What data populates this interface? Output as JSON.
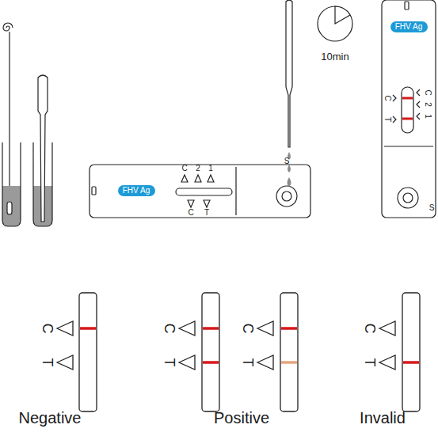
{
  "diagram": {
    "nodes": [
      {
        "text": [
          "FHV Ag"
        ]
      },
      {
        "text": [
          "FHV Ag"
        ]
      }
    ],
    "labels": [
      "C",
      "2",
      "1",
      "C",
      "T",
      "S",
      "10min",
      "C",
      "2",
      "1",
      "C",
      "T",
      "S",
      "C",
      "T",
      "Negative",
      "C",
      "T",
      "C",
      "T",
      "Positive",
      "C",
      "T",
      "Invalid"
    ]
  }
}
